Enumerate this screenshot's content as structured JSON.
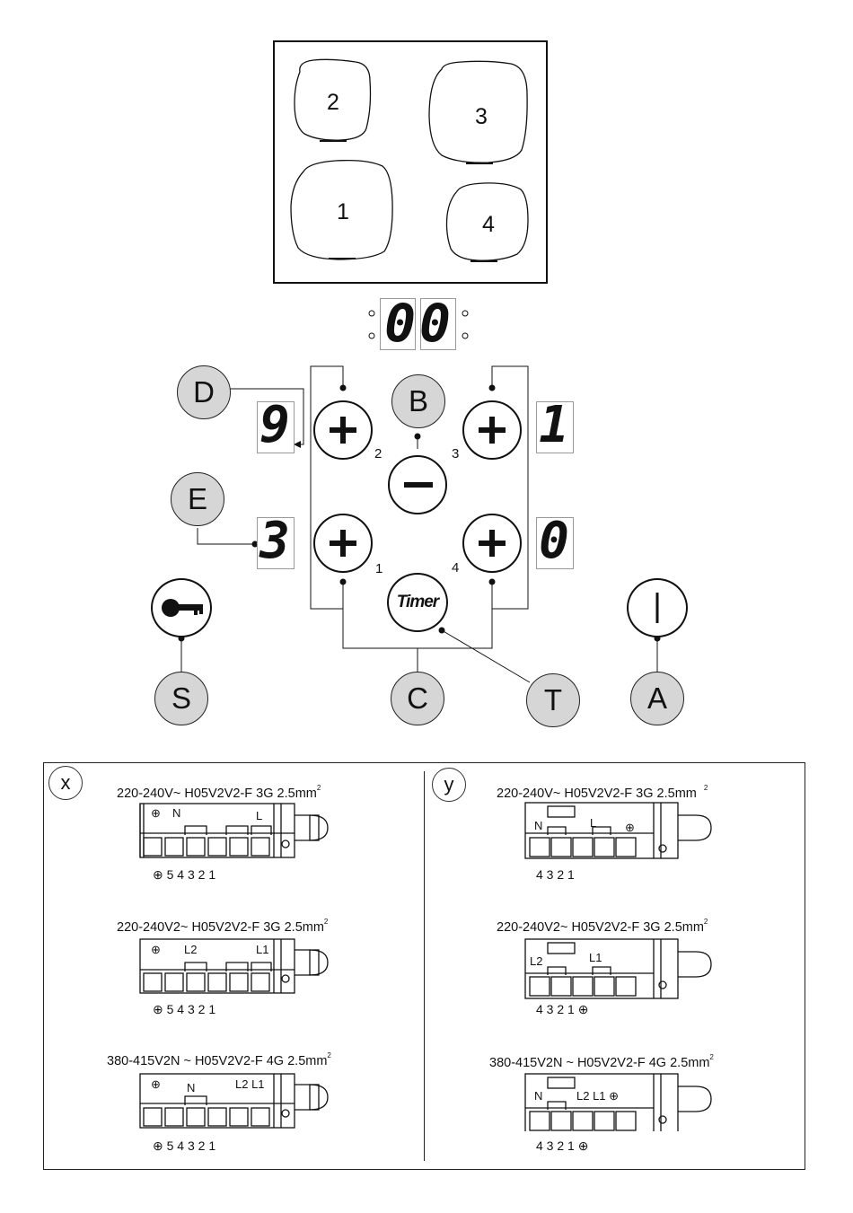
{
  "hob": {
    "zones": [
      "2",
      "3",
      "1",
      "4"
    ]
  },
  "timer_display": {
    "digits": "00"
  },
  "controls": {
    "callouts": {
      "D": "D",
      "B": "B",
      "E": "E",
      "S": "S",
      "C": "C",
      "T": "T",
      "A": "A"
    },
    "button_numbers": {
      "n2": "2",
      "n3": "3",
      "n1": "1",
      "n4": "4"
    },
    "zone_displays": {
      "left_top": "9",
      "right_top": "1",
      "left_bottom": "3",
      "right_bottom": "0"
    },
    "timer_button": "Timer",
    "plus_symbol": "+",
    "minus_symbol": "−",
    "power_symbol": "|"
  },
  "wiring": {
    "x": {
      "label": "x",
      "diagrams": [
        {
          "title": "220-240V~ H05V2V2-F 3G 2.5mm",
          "sup": "2",
          "terms": "⊕  5   4   3   2   1",
          "labels": [
            "⊕",
            "N",
            "L"
          ]
        },
        {
          "title": "220-240V2~ H05V2V2-F 3G 2.5mm",
          "sup": "2",
          "terms": "⊕  5   4   3   2   1",
          "labels": [
            "⊕",
            "L2",
            "L1"
          ]
        },
        {
          "title": "380-415V2N ~ H05V2V2-F 4G 2.5mm",
          "sup": "2",
          "terms": "⊕  5   4   3   2   1",
          "labels": [
            "⊕",
            "N",
            "L2 L1"
          ]
        }
      ]
    },
    "y": {
      "label": "y",
      "diagrams": [
        {
          "title": "220-240V~ H05V2V2-F 3G 2.5mm",
          "sup": "2",
          "terms": "4    3    2    1",
          "labels": [
            "N",
            "L",
            "⊕"
          ]
        },
        {
          "title": "220-240V2~ H05V2V2-F 3G 2.5mm",
          "sup": "2",
          "terms": "4    3    2    1    ⊕",
          "labels": [
            "L2",
            "L1"
          ]
        },
        {
          "title": "380-415V2N ~ H05V2V2-F 4G 2.5mm",
          "sup": "2",
          "terms": "4    3    2    1    ⊕",
          "labels": [
            "N",
            "L2 L1 ⊕"
          ]
        }
      ]
    }
  }
}
